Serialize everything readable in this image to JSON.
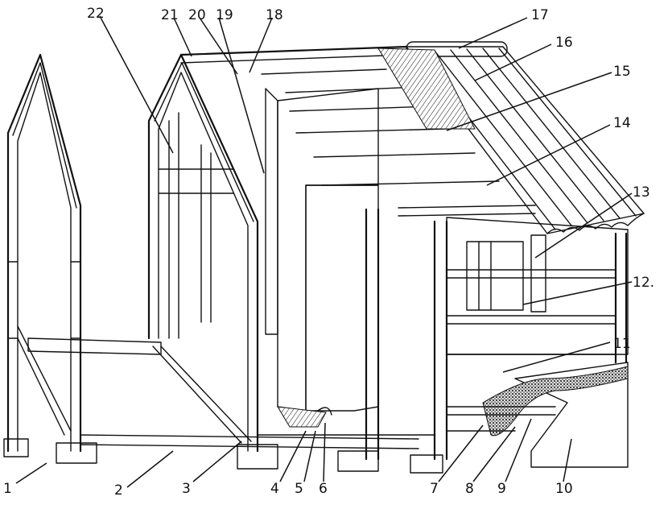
{
  "callouts": [
    {
      "id": "c1",
      "text": "1"
    },
    {
      "id": "c2",
      "text": "2"
    },
    {
      "id": "c3",
      "text": "3"
    },
    {
      "id": "c4",
      "text": "4"
    },
    {
      "id": "c5",
      "text": "5"
    },
    {
      "id": "c6",
      "text": "6"
    },
    {
      "id": "c7",
      "text": "7"
    },
    {
      "id": "c8",
      "text": "8"
    },
    {
      "id": "c9",
      "text": "9"
    },
    {
      "id": "c10",
      "text": "10"
    },
    {
      "id": "c11",
      "text": "11"
    },
    {
      "id": "c12",
      "text": "12."
    },
    {
      "id": "c13",
      "text": "13"
    },
    {
      "id": "c14",
      "text": "14"
    },
    {
      "id": "c15",
      "text": "15"
    },
    {
      "id": "c16",
      "text": "16"
    },
    {
      "id": "c17",
      "text": "17"
    },
    {
      "id": "c18",
      "text": "18"
    },
    {
      "id": "c19",
      "text": "19"
    },
    {
      "id": "c20",
      "text": "20"
    },
    {
      "id": "c21",
      "text": "21"
    },
    {
      "id": "c22",
      "text": "22"
    }
  ],
  "colors": {
    "ink": "#111111",
    "paper": "#ffffff",
    "fill": "#f4f4f4"
  }
}
